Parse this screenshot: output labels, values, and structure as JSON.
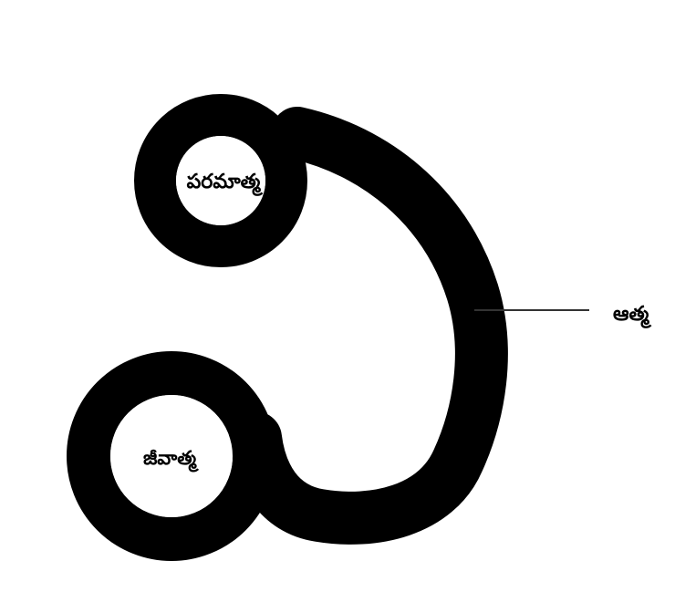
{
  "diagram": {
    "labels": {
      "paramatma": "పరమాత్మ",
      "jivatma": "జీవాత్మ",
      "atma": "ఆత్మ"
    },
    "colors": {
      "stroke": "#000000",
      "circle_fill": "#ffffff",
      "background": "#ffffff"
    }
  }
}
